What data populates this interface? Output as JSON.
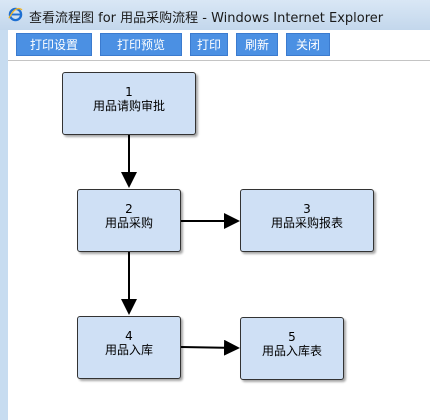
{
  "window": {
    "title": "查看流程图 for 用品采购流程 - Windows Internet Explorer"
  },
  "toolbar": {
    "print_settings": "打印设置",
    "print_preview": "打印预览",
    "print": "打印",
    "refresh": "刷新",
    "close": "关闭"
  },
  "flow": {
    "nodes": [
      {
        "num": "1",
        "label": "用品请购审批"
      },
      {
        "num": "2",
        "label": "用品采购"
      },
      {
        "num": "3",
        "label": "用品采购报表"
      },
      {
        "num": "4",
        "label": "用品入库"
      },
      {
        "num": "5",
        "label": "用品入库表"
      }
    ]
  },
  "colors": {
    "button_bg": "#4b90e3",
    "node_bg": "#cfe0f5",
    "titlebar_bg": "#c7dcf0"
  }
}
